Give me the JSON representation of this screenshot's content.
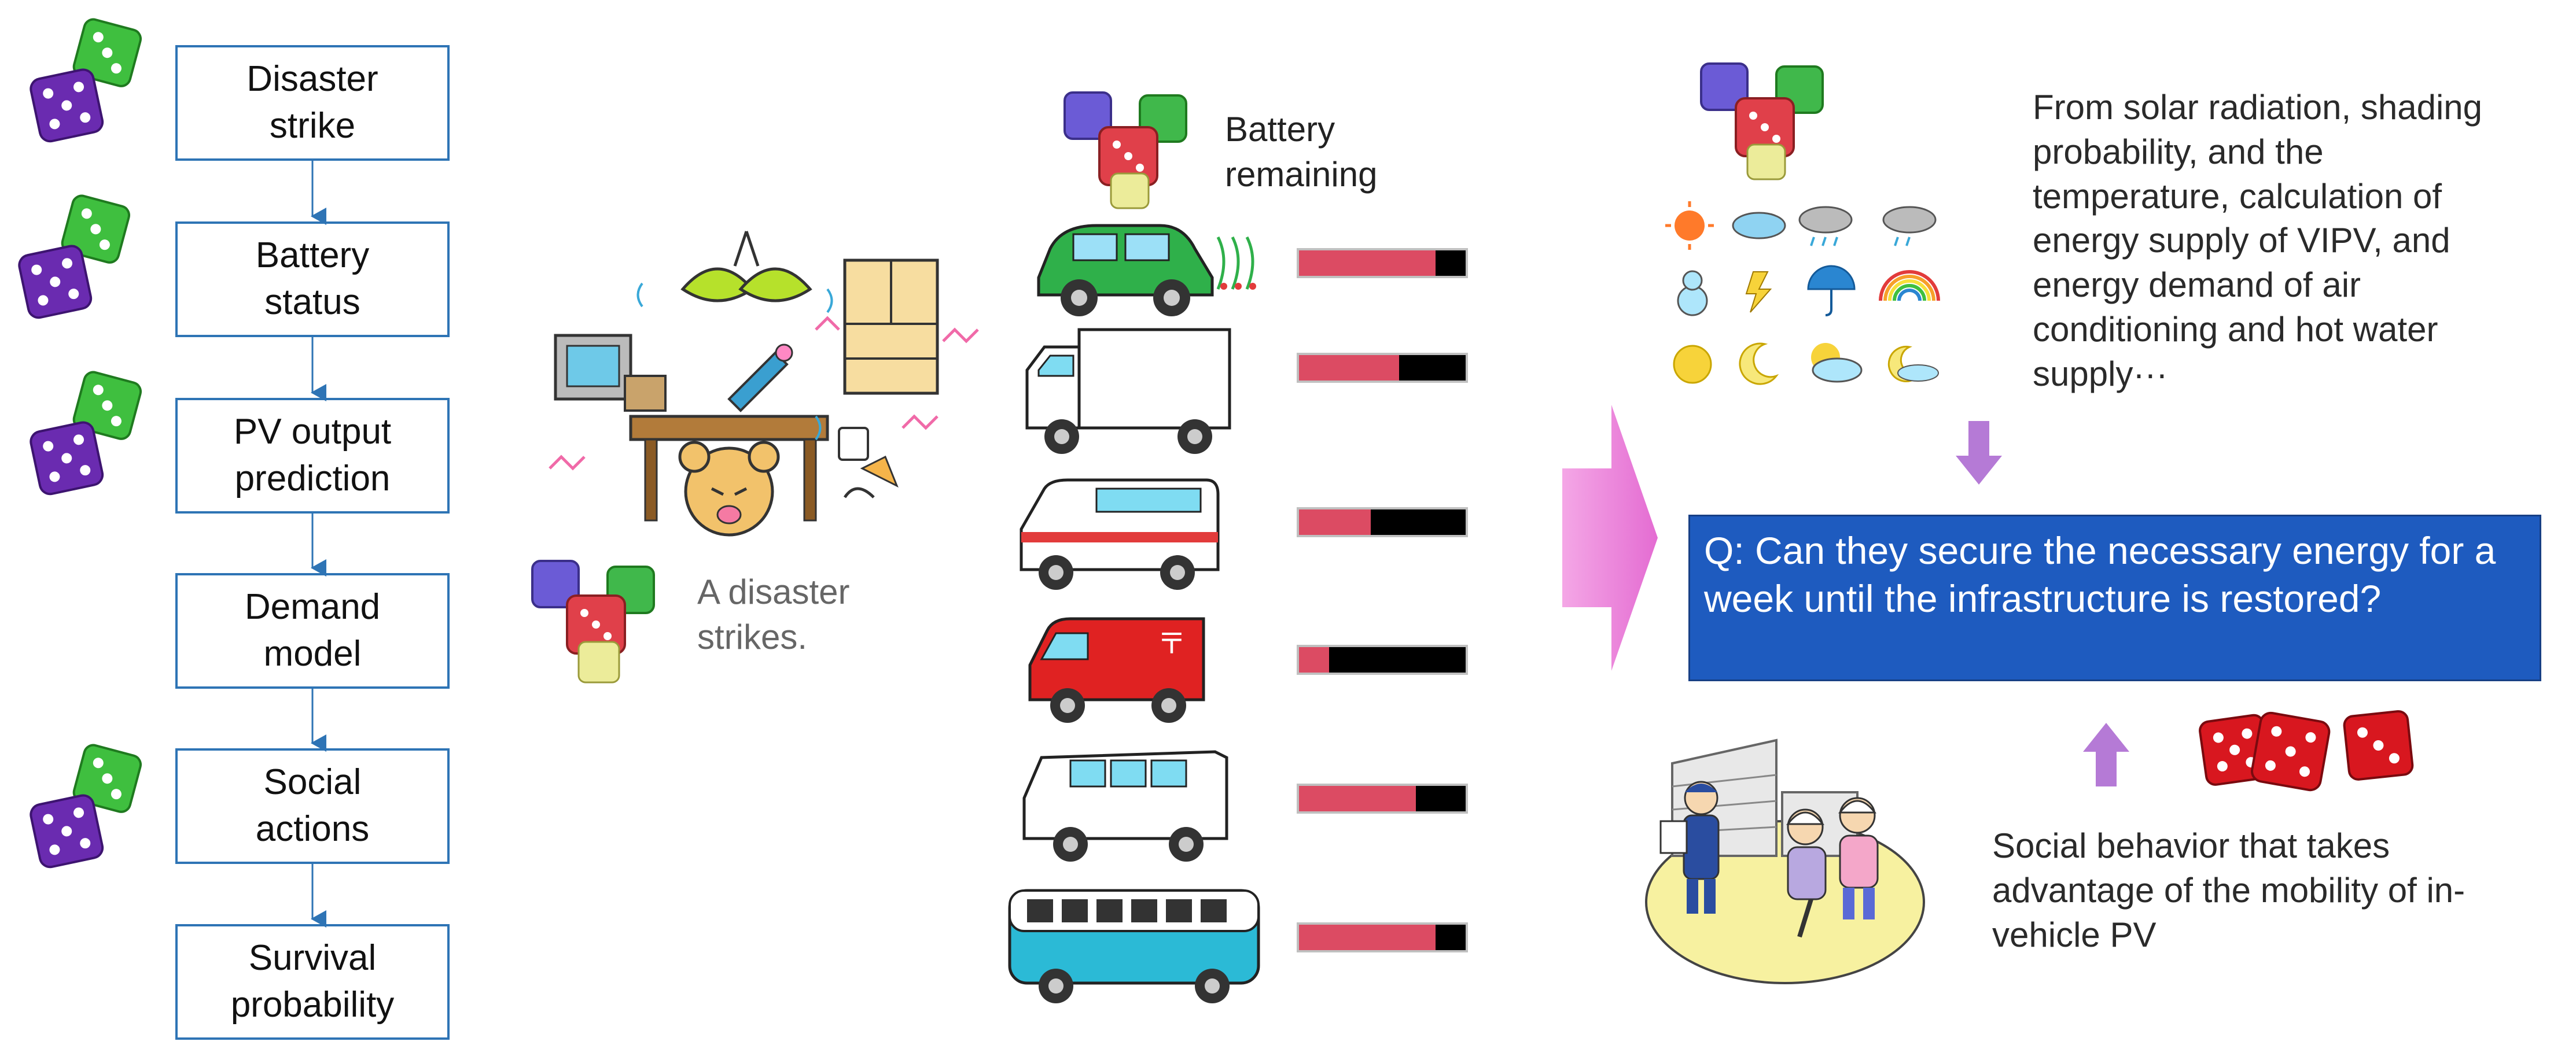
{
  "flow": {
    "steps": [
      {
        "label": "Disaster\nstrike"
      },
      {
        "label": "Battery\nstatus"
      },
      {
        "label": "PV output\nprediction"
      },
      {
        "label": "Demand\nmodel"
      },
      {
        "label": "Social\nactions"
      },
      {
        "label": "Survival\nprobability"
      }
    ]
  },
  "disaster": {
    "label": "A disaster\nstrikes."
  },
  "battery": {
    "title": "Battery\nremaining",
    "vehicles": [
      {
        "name": "car",
        "level": 0.82
      },
      {
        "name": "truck",
        "level": 0.6
      },
      {
        "name": "ambulance",
        "level": 0.43
      },
      {
        "name": "postal-van",
        "level": 0.18
      },
      {
        "name": "van",
        "level": 0.7
      },
      {
        "name": "bus",
        "level": 0.82
      }
    ]
  },
  "supply": {
    "text": "From solar radiation, shading\nprobability, and the\ntemperature, calculation of\nenergy supply of VIPV, and\nenergy demand of air\nconditioning and hot water\nsupply···"
  },
  "question": {
    "text": "Q: Can they secure the necessary energy for a week until the infrastructure is restored?"
  },
  "social": {
    "text": "Social behavior that takes\nadvantage of the mobility of in-\nvehicle PV"
  },
  "colors": {
    "flow_border": "#2e74b5",
    "question_bg": "#1e5bbf",
    "battery_fill": "#dc4b63",
    "battery_empty": "#000000",
    "arrow_pink": "#e88ad8",
    "arrow_purple": "#b57ad6"
  },
  "icons": [
    "dice-green-icon",
    "dice-purple-icon",
    "dice-cluster-icon",
    "dice-red-icon",
    "weather-sun-icon",
    "weather-cloud-icon",
    "weather-rain-icon",
    "weather-snow-icon",
    "weather-lightning-icon",
    "umbrella-icon",
    "rainbow-icon",
    "moon-icon"
  ]
}
